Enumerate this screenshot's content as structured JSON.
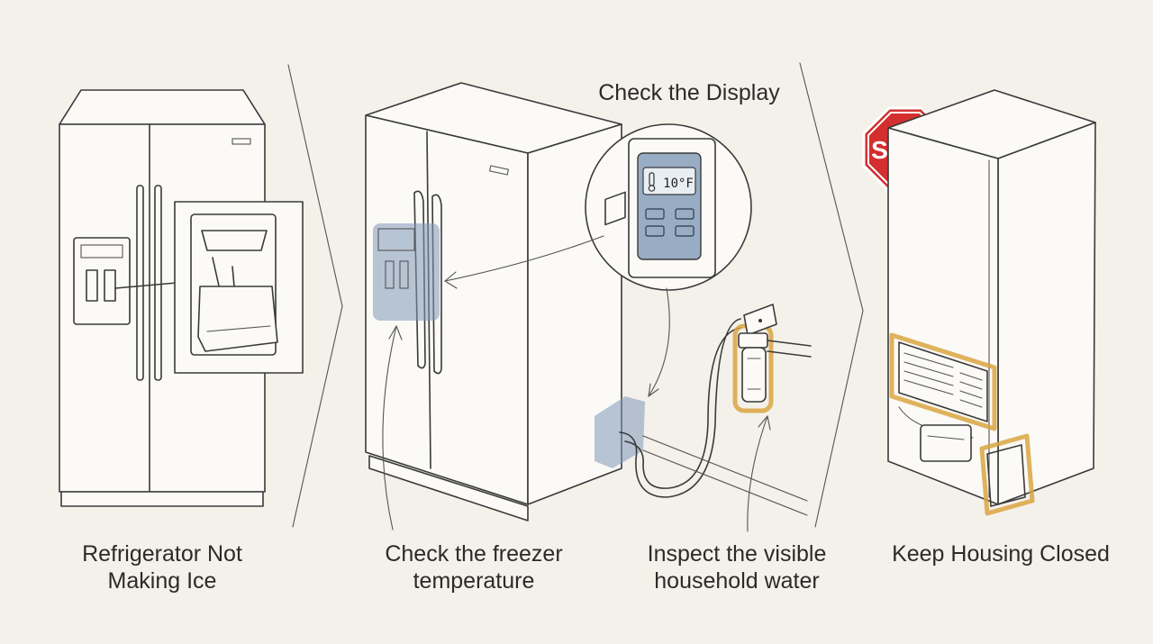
{
  "panels": [
    {
      "caption_line1": "Refrigerator Not",
      "caption_line2": "Making Ice"
    },
    {
      "caption_line1": "Check the freezer",
      "caption_line2": "temperature"
    },
    {
      "caption_line1": "Inspect the visible",
      "caption_line2": "household water"
    },
    {
      "caption_line1": "Keep Housing Closed",
      "caption_line2": ""
    }
  ],
  "callout": {
    "title": "Check the Display",
    "temperature": "10°F"
  },
  "stop_sign": {
    "text": "STOP"
  },
  "colors": {
    "background": "#f4f1ea",
    "highlight_blue": "#7f98b8",
    "highlight_amber": "#d9a441",
    "stop_red": "#d32f2f"
  },
  "icons": [
    "refrigerator-icon",
    "ice-maker-icon",
    "thermometer-icon",
    "water-filter-icon",
    "stop-sign-icon"
  ]
}
